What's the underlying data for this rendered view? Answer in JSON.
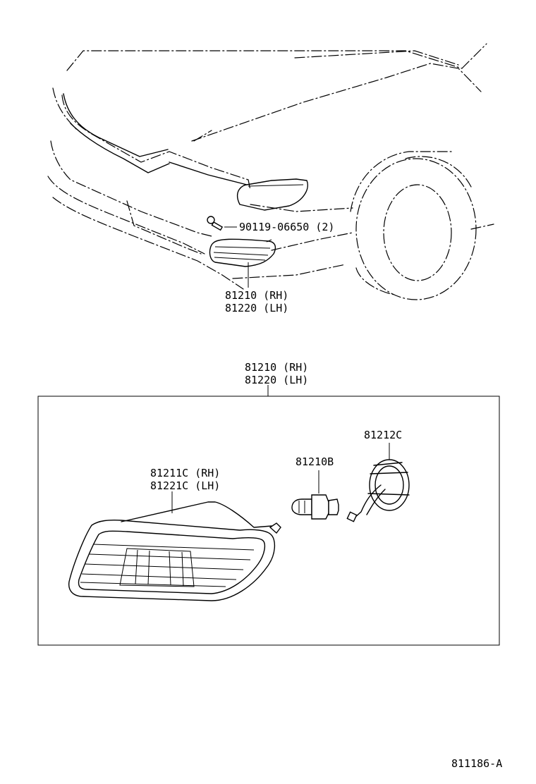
{
  "labels": {
    "bolt": "90119-06650 (2)",
    "lamp_assy_top_rh": "81210 (RH)",
    "lamp_assy_top_lh": "81220 (LH)",
    "lamp_assy_rh": "81210 (RH)",
    "lamp_assy_lh": "81220 (LH)",
    "lens_rh": "81211C (RH)",
    "lens_lh": "81221C (LH)",
    "bulb": "81210B",
    "socket": "81212C",
    "figure_code": "811186-A"
  }
}
